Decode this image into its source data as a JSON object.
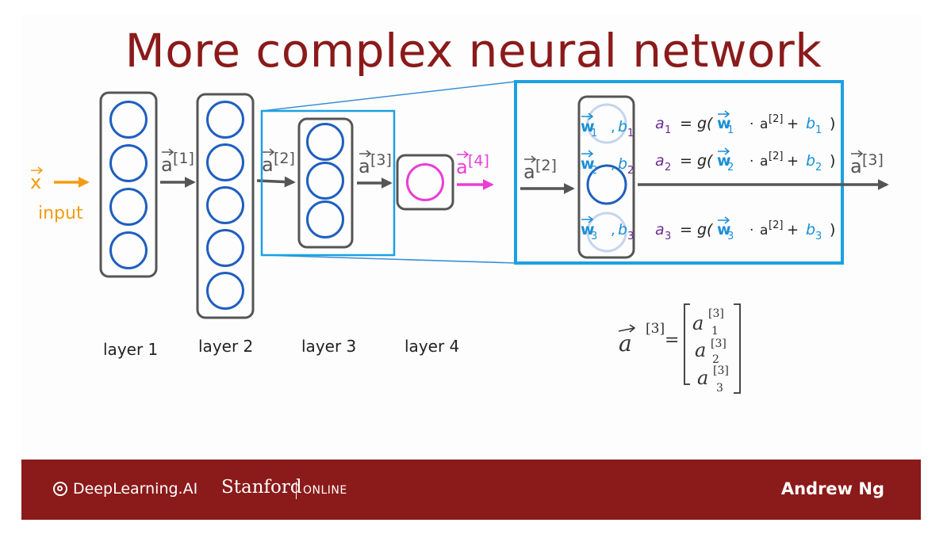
{
  "title": "More complex neural network",
  "input": {
    "vector": "x",
    "label": "input"
  },
  "layers": [
    {
      "label": "layer 1",
      "units": 4
    },
    {
      "label": "layer 2",
      "units": 5
    },
    {
      "label": "layer 3",
      "units": 3
    },
    {
      "label": "layer 4",
      "units": 1
    }
  ],
  "activation_labels": [
    "a",
    "[1]",
    "a",
    "[2]",
    "a",
    "[3]",
    "a",
    "[4]"
  ],
  "zoom": {
    "input": {
      "base": "a",
      "sup": "[2]"
    },
    "output": {
      "base": "a",
      "sup": "[3]"
    },
    "units": [
      {
        "w": "w",
        "wsub": "1",
        "b": "b",
        "bsub": "1",
        "a": "a",
        "asub": "1",
        "eq": "= g(",
        "dot": "· ",
        "abase": "a",
        "asup": "[2]",
        "plus": " + ",
        "close": ")"
      },
      {
        "w": "w",
        "wsub": "2",
        "b": "b",
        "bsub": "2",
        "a": "a",
        "asub": "2",
        "eq": "= g(",
        "dot": "· ",
        "abase": "a",
        "asup": "[2]",
        "plus": " + ",
        "close": ")"
      },
      {
        "w": "w",
        "wsub": "3",
        "b": "b",
        "bsub": "3",
        "a": "a",
        "asub": "3",
        "eq": "= g(",
        "dot": "· ",
        "abase": "a",
        "asup": "[2]",
        "plus": " + ",
        "close": ")"
      }
    ]
  },
  "handwritten": {
    "lhs": "a",
    "lhs_sup": "[3]",
    "eq": "=",
    "entries": [
      {
        "base": "a",
        "sup": "[3]",
        "sub": "1"
      },
      {
        "base": "a",
        "sup": "[3]",
        "sub": "2"
      },
      {
        "base": "a",
        "sup": "[3]",
        "sub": "3"
      }
    ]
  },
  "footer": {
    "brand": "DeepLearning.AI",
    "stanford": "Stanford",
    "online": "ONLINE",
    "author": "Andrew Ng"
  },
  "colors": {
    "title": "#8b1a1a",
    "footer": "#8b1a1a",
    "neuron": "#1f5fbf",
    "box": "#555555",
    "input_orange": "#f39c12",
    "output_magenta": "#e83fd6",
    "zoom_blue": "#1ba1e2",
    "w_blue": "#1a8fd6",
    "b_purple": "#6a2c91"
  }
}
